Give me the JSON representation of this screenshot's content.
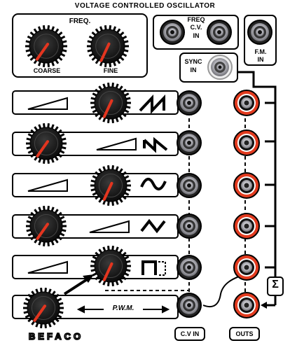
{
  "module": {
    "title": "VOLTAGE CONTROLLED OSCILLATOR",
    "brand": "BEFACO"
  },
  "freq_section": {
    "label": "FREQ.",
    "coarse_label": "COARSE",
    "fine_label": "FINE"
  },
  "freq_cv_in": {
    "line1": "FREQ",
    "line2": "C.V.",
    "line3": "IN"
  },
  "fm_in": {
    "line1": "F.M.",
    "line2": "IN"
  },
  "sync_in": {
    "line1": "SYNC",
    "line2": "IN"
  },
  "waveforms": [
    {
      "name": "saw",
      "symbol": "saw-wave-icon"
    },
    {
      "name": "ramp",
      "symbol": "ramp-wave-icon"
    },
    {
      "name": "sine",
      "symbol": "sine-wave-icon"
    },
    {
      "name": "triangle",
      "symbol": "triangle-wave-icon"
    },
    {
      "name": "pulse",
      "symbol": "pulse-wave-icon"
    }
  ],
  "pwm_label": "P.W.M.",
  "sum_symbol": "Σ",
  "cv_in_label": "C.V IN",
  "outs_label": "OUTS",
  "colors": {
    "jack_out_ring": "#e23b1f",
    "knob_pointer": "#e3351f",
    "panel_bg": "#ffffff",
    "line": "#000000"
  }
}
